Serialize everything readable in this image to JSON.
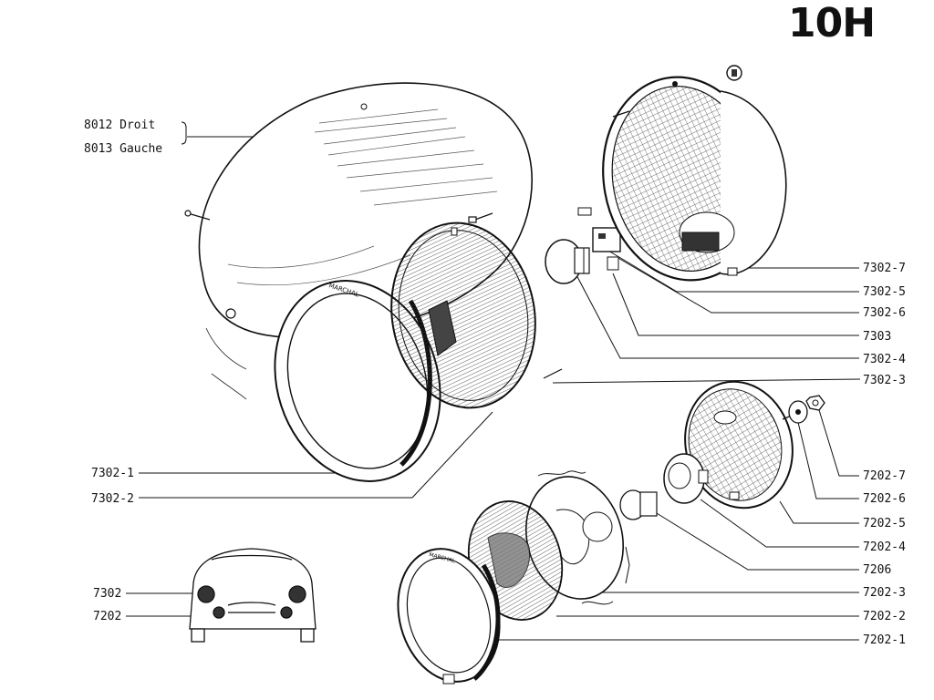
{
  "page": {
    "code": "10H"
  },
  "labels_left": {
    "p8012": "8012 Droit",
    "p8013": "8013 Gauche",
    "p7302_1": "7302-1",
    "p7302_2": "7302-2",
    "p7302": "7302",
    "p7202": "7202"
  },
  "labels_right": {
    "p7302_7": "7302-7",
    "p7302_5": "7302-5",
    "p7302_6": "7302-6",
    "p7303": "7303",
    "p7302_4": "7302-4",
    "p7302_3": "7302-3",
    "p7202_7": "7202-7",
    "p7202_6": "7202-6",
    "p7202_5": "7202-5",
    "p7202_4": "7202-4",
    "p7206": "7206",
    "p7202_3": "7202-3",
    "p7202_2": "7202-2",
    "p7202_1": "7202-1"
  },
  "stamps": {
    "rim_large": "MARCHAL",
    "rim_small": "MARCHAL"
  }
}
